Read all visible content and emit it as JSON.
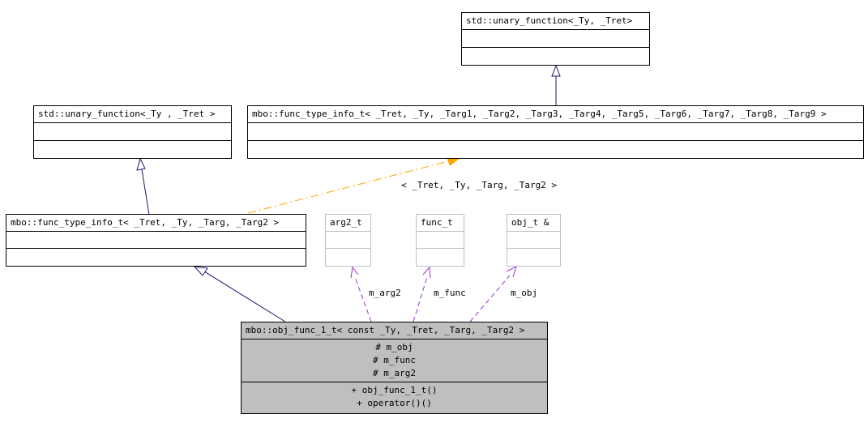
{
  "classes": {
    "std_unary_top": {
      "name": "std::unary_function<_Ty, _Tret>"
    },
    "std_unary_left": {
      "name": "std::unary_function<_Ty , _Tret >"
    },
    "func_type_info_full": {
      "name": "mbo::func_type_info_t< _Tret, _Ty, _Targ1, _Targ2, _Targ3, _Targ4, _Targ5, _Targ6, _Targ7, _Targ8, _Targ9 >"
    },
    "func_type_info_inst": {
      "name": "mbo::func_type_info_t< _Tret, _Ty, _Targ, _Targ2 >"
    },
    "arg2_t": {
      "name": "arg2_t"
    },
    "func_t": {
      "name": "func_t"
    },
    "obj_t_ref": {
      "name": "obj_t &"
    },
    "obj_func": {
      "name": "mbo::obj_func_1_t< const _Ty, _Tret, _Targ, _Targ2 >",
      "attributes": [
        "# m_obj",
        "# m_func",
        "# m_arg2"
      ],
      "methods": [
        "+ obj_func_1_t()",
        "+ operator()()"
      ]
    }
  },
  "edge_labels": {
    "template_args": "< _Tret, _Ty, _Targ, _Targ2 >",
    "m_arg2": "m_arg2",
    "m_func": "m_func",
    "m_obj": "m_obj"
  },
  "colors": {
    "inheritance": "#191970",
    "template": "#ffa500",
    "usage": "#9a32cd",
    "main_fill": "#bfbfbf",
    "gray_border": "#bfbfbf"
  }
}
